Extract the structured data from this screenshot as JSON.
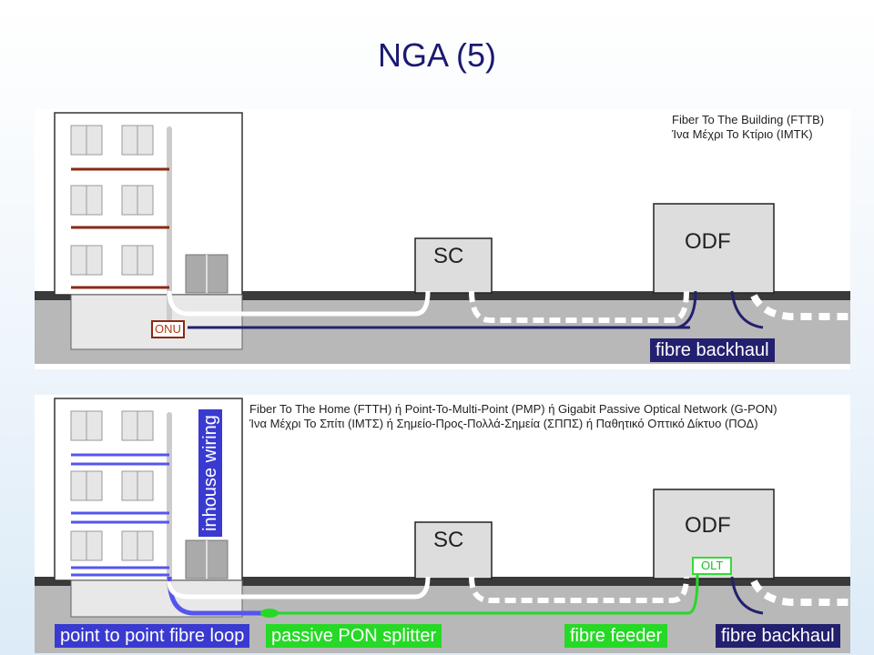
{
  "slide": {
    "title": "NGA (5)"
  },
  "fttb": {
    "caption_line1": "Fiber To The Building (FTTB)",
    "caption_line2": "Ίνα Μέχρι Το Κτίριο (ΙΜΤΚ)",
    "sc_label": "SC",
    "odf_label": "ODF",
    "onu_label": "ONU",
    "backhaul_label": "fibre backhaul"
  },
  "ftth": {
    "caption_line1": "Fiber To The Home (FTTH) ή Point-To-Multi-Point (PMP) ή Gigabit Passive Optical Network (G-PON)",
    "caption_line2": "Ίνα Μέχρι Το Σπίτι (ΙΜΤΣ) ή Σημείο-Προς-Πολλά-Σημεία (ΣΠΠΣ) ή Παθητικό Οπτικό Δίκτυο (ΠΟΔ)",
    "inhouse_label": "inhouse wiring",
    "sc_label": "SC",
    "odf_label": "ODF",
    "olt_label": "OLT",
    "loop_label": "point to point fibre loop",
    "splitter_label": "passive PON splitter",
    "feeder_label": "fibre feeder",
    "backhaul_label": "fibre backhaul"
  },
  "colors": {
    "title": "#1a1a70",
    "inhouse_copper": "#8a2a12",
    "backhaul": "#23206f",
    "loop": "#3a3ad0",
    "green_fibre": "#26d926"
  }
}
